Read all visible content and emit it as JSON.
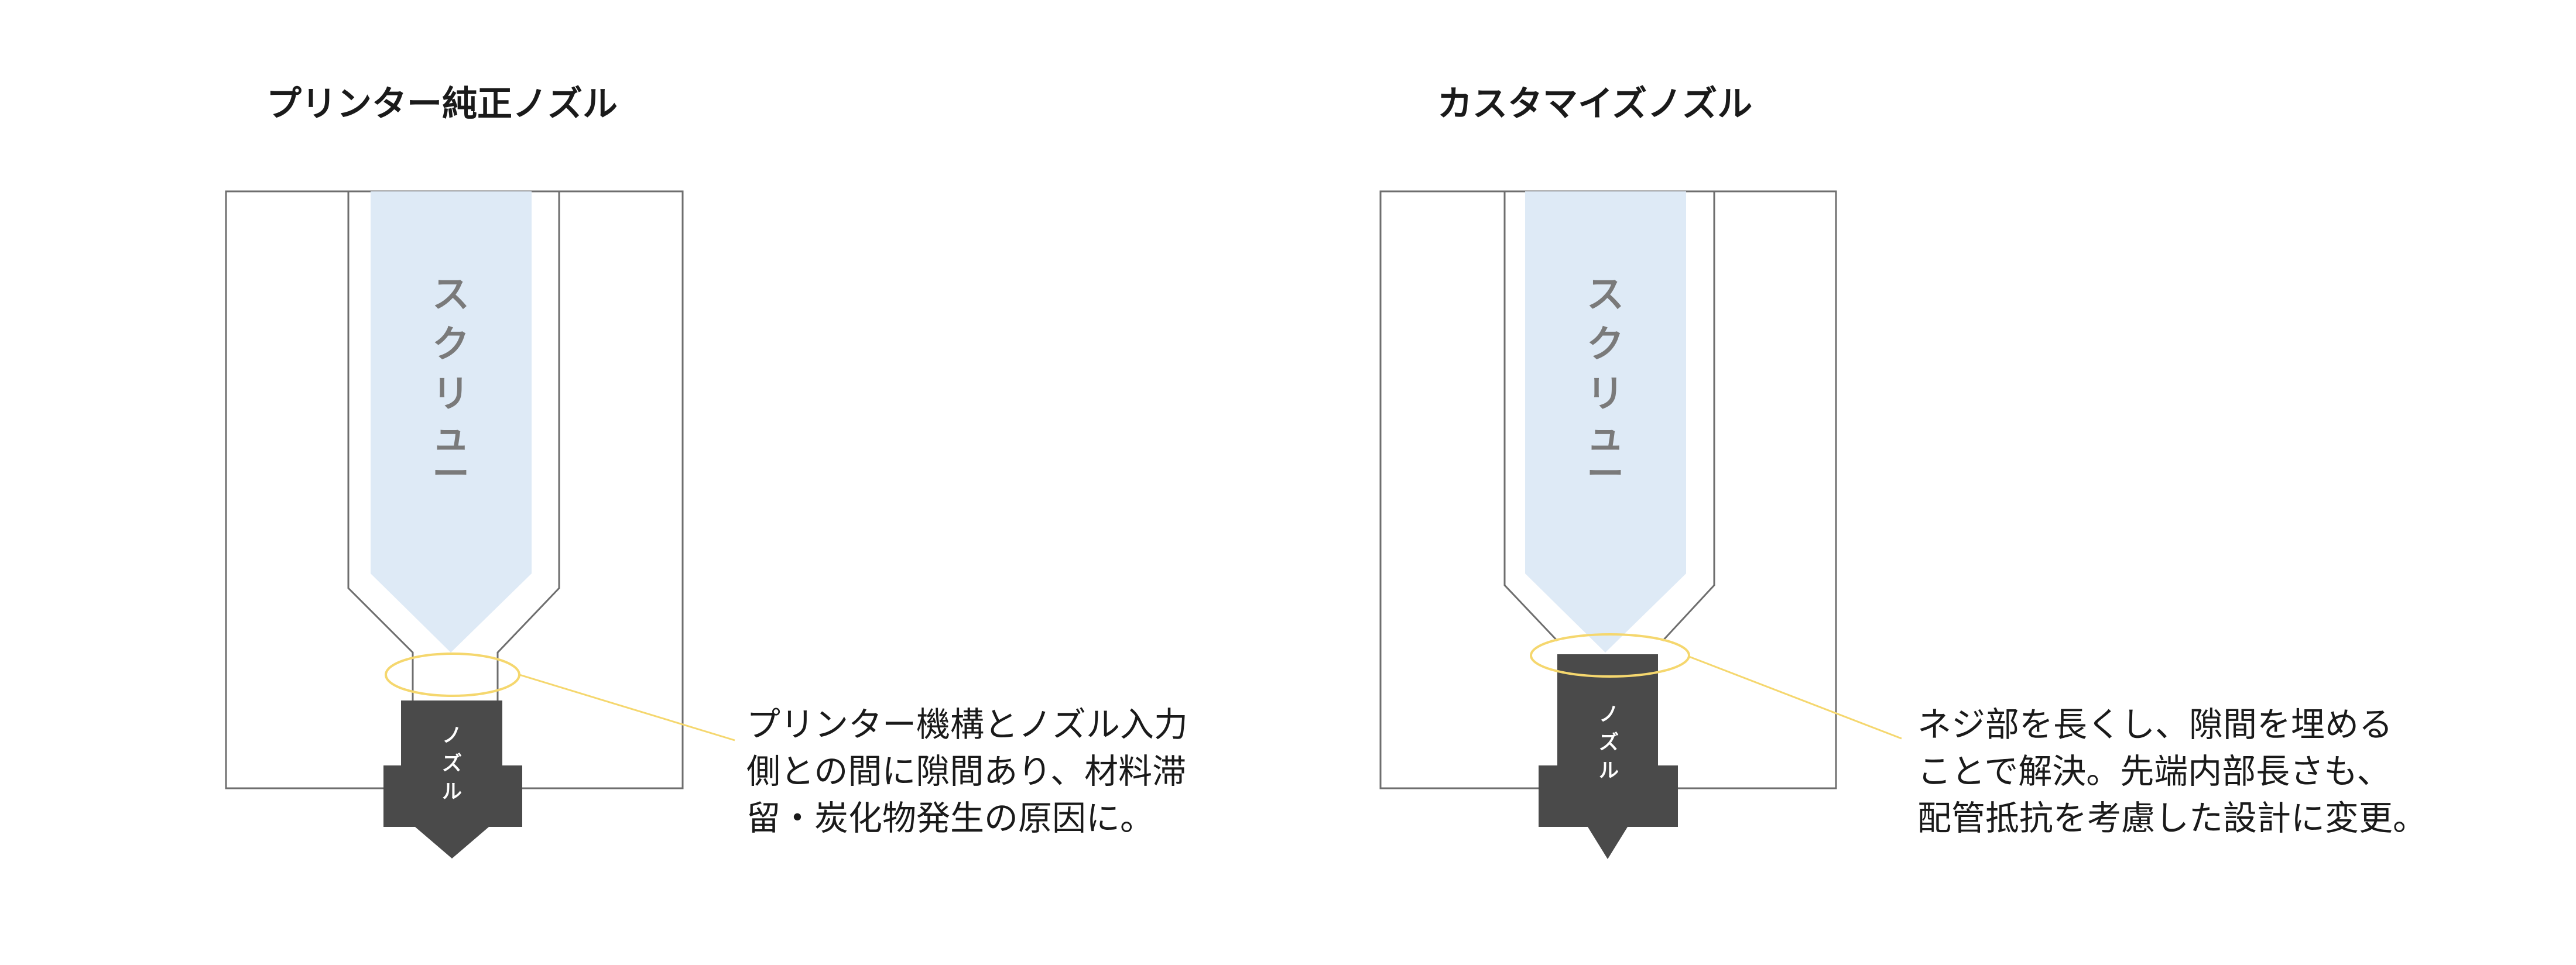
{
  "colors": {
    "outline": "#6e6e6e",
    "screw_fill": "#deeaf6",
    "nozzle_fill": "#4a4a4a",
    "highlight": "#f5d76e",
    "text": "#1a1a1a",
    "screw_text": "#7a7a7a"
  },
  "left": {
    "title": "プリンター純正ノズル",
    "screw_chars": [
      "ス",
      "ク",
      "リ",
      "ュ",
      "ー"
    ],
    "nozzle_chars": [
      "ノ",
      "ズ",
      "ル"
    ],
    "callout_lines": [
      "プリンター機構とノズル入力",
      "側との間に隙間あり、材料滞",
      "留・炭化物発生の原因に。"
    ]
  },
  "right": {
    "title": "カスタマイズノズル",
    "screw_chars": [
      "ス",
      "ク",
      "リ",
      "ュ",
      "ー"
    ],
    "nozzle_chars": [
      "ノ",
      "ズ",
      "ル"
    ],
    "callout_lines": [
      "ネジ部を長くし、隙間を埋める",
      "ことで解決。先端内部長さも、",
      "配管抵抗を考慮した設計に変更。"
    ]
  }
}
